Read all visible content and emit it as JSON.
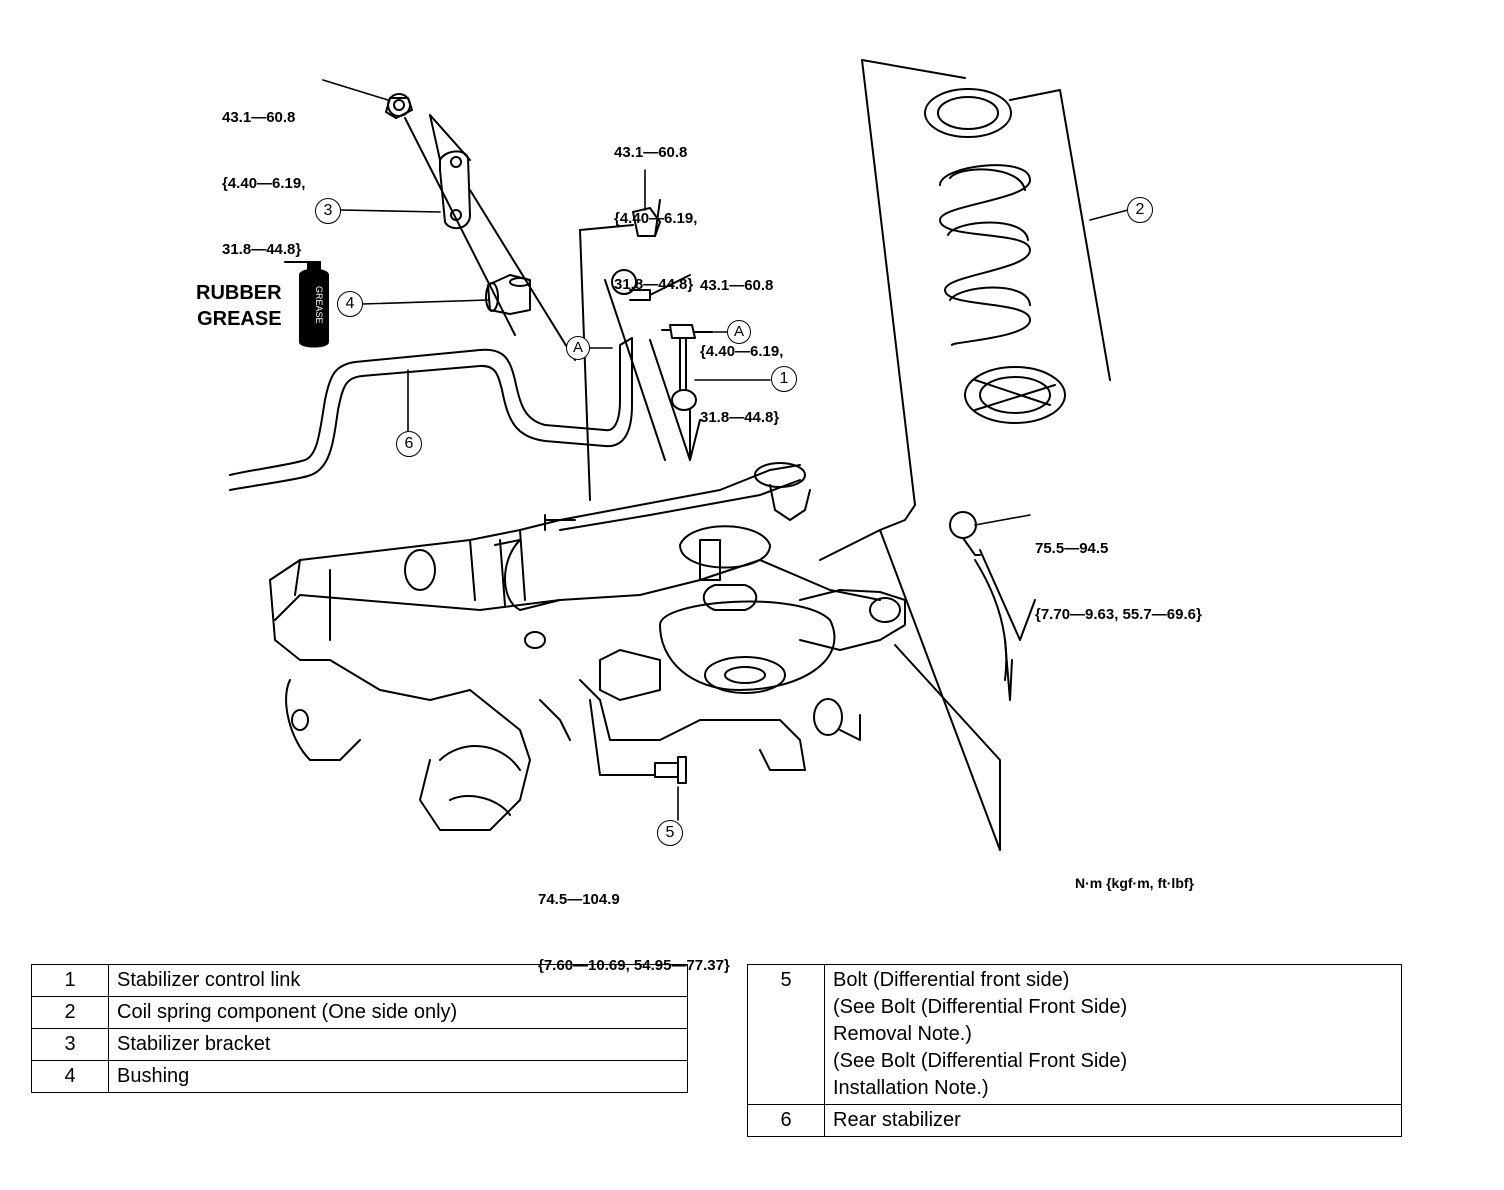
{
  "torque_specs": {
    "stabilizer_bracket_nut": [
      "43.1—60.8",
      "{4.40—6.19,",
      "31.8—44.8}"
    ],
    "control_link_upper_nut": [
      "43.1—60.8",
      "{4.40—6.19,",
      "31.8—44.8}"
    ],
    "control_link_lower_nut": [
      "43.1—60.8",
      "{4.40—6.19,",
      "31.8—44.8}"
    ],
    "differential_side_bolt": [
      "75.5—94.5",
      "{7.70—9.63, 55.7—69.6}"
    ],
    "differential_front_bolt": [
      "74.5—104.9",
      "{7.60—10.69, 54.95—77.37}"
    ]
  },
  "unit_note": "N·m {kgf·m, ft·lbf}",
  "grease": {
    "label": "RUBBER\nGREASE",
    "can_text": "GREASE"
  },
  "callouts": {
    "c1": "1",
    "c2": "2",
    "c3": "3",
    "c4": "4",
    "c5": "5",
    "c6": "6"
  },
  "refs": {
    "a": "A"
  },
  "legend_left": [
    {
      "num": "1",
      "text": "Stabilizer control link"
    },
    {
      "num": "2",
      "text": "Coil spring component (One side only)"
    },
    {
      "num": "3",
      "text": "Stabilizer bracket"
    },
    {
      "num": "4",
      "text": "Bushing"
    }
  ],
  "legend_right": [
    {
      "num": "5",
      "lines": [
        "Bolt (Differential front side)",
        "(See Bolt (Differential Front Side)",
        "Removal Note.)",
        "(See Bolt (Differential Front Side)",
        "Installation Note.)"
      ]
    },
    {
      "num": "6",
      "lines": [
        "Rear stabilizer"
      ]
    }
  ]
}
